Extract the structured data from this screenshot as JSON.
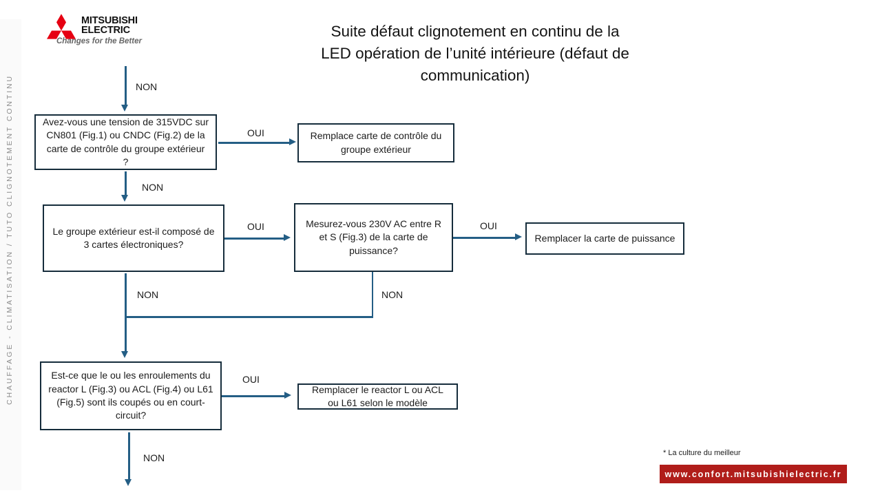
{
  "brand": {
    "logo_line1": "MITSUBISHI",
    "logo_line2": "ELECTRIC",
    "tagline": "Changes for the Better"
  },
  "sidebar": {
    "vertical_text": "CHAUFFAGE - CLIMATISATION / TUTO CLIGNOTEMENT CONTINU"
  },
  "header": {
    "title_lines": [
      "Suite défaut clignotement en continu de la",
      "LED opération de l’unité intérieure (défaut de",
      "communication)"
    ]
  },
  "labels": {
    "yes": "OUI",
    "no": "NON"
  },
  "flowchart": {
    "q1": "Avez-vous une tension de 315VDC sur CN801 (Fig.1) ou CNDC (Fig.2) de la carte de contrôle du groupe extérieur ?",
    "r1": "Remplace carte de contrôle du groupe extérieur",
    "q2": "Le groupe extérieur est-il composé de 3 cartes électroniques?",
    "q3": "Mesurez-vous 230V AC entre R et S (Fig.3) de la carte de puissance?",
    "r2": "Remplacer la carte de puissance",
    "q4": "Est-ce que le ou les enroulements du reactor L (Fig.3) ou ACL (Fig.4) ou L61 (Fig.5) sont ils coupés ou en court-circuit?",
    "r3": "Remplacer le reactor L ou ACL ou L61 selon le modèle"
  },
  "footer": {
    "note": "* La culture du meilleur",
    "website": "www.confort.mitsubishielectric.fr"
  },
  "colors": {
    "arrow_blue": "#245E85",
    "box_border": "#152C3B",
    "banner_red": "#B01D1A",
    "logo_red": "#E60012",
    "sidebar_gray": "#8C8C8C"
  }
}
